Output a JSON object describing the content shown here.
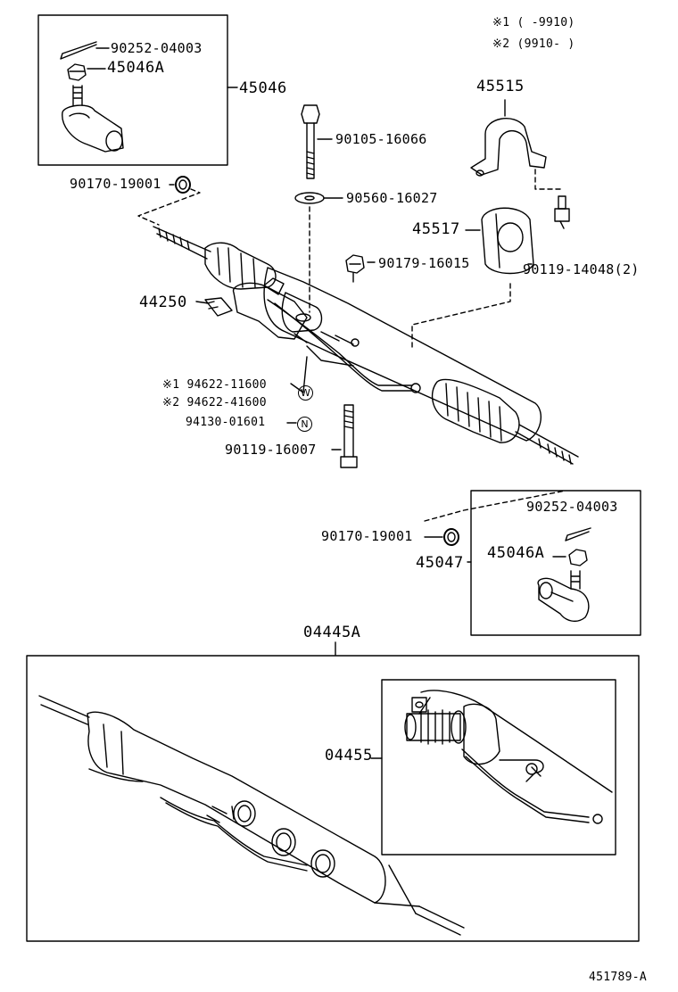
{
  "notes": {
    "note1": "※1 (     -9910)",
    "note2": "※2 (9910-     )"
  },
  "labels": {
    "cotter_pin_left": "90252-04003",
    "nut_left": "45046A",
    "tie_rod_end_left": "45046",
    "boot_clip_left": "90170-19001",
    "bracket_bolt": "90105-16066",
    "washer": "90560-16027",
    "bracket": "45515",
    "grommet": "45517",
    "bracket_nut": "90179-16015",
    "bracket_bolt_2": "90119-14048(2)",
    "gear_assy": "44250",
    "hose_1": "※1  94622-11600",
    "hose_2": "※2  94622-41600",
    "clamp": "94130-01601",
    "gear_bolt": "90119-16007",
    "boot_clip_right": "90170-19001",
    "tie_rod_end_right": "45047",
    "cotter_pin_right": "90252-04003",
    "nut_right": "45046A",
    "gasket_kit": "04445A",
    "seal_kit": "04455",
    "diagram_id": "451789-A"
  },
  "badges": {
    "w": "W",
    "n": "N"
  }
}
